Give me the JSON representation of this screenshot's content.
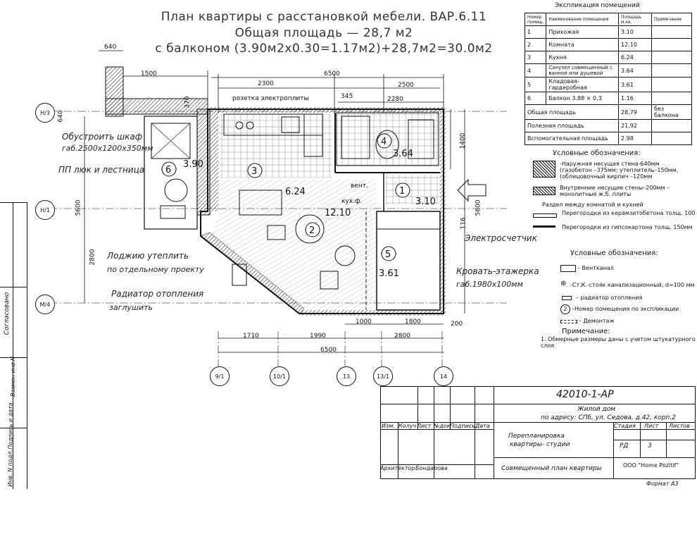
{
  "title": {
    "line1": "План квартиры с расстановкой мебели. ВАР.6.11",
    "line2": "Общая площадь — 28,7 м2",
    "line3": "с балконом (3.90м2х0.30=1.17м2)+28,7м2=30.0м2"
  },
  "dimensions": {
    "top_640": "640",
    "top_1500": "1500",
    "top_6500": "6500",
    "top_2300": "2300",
    "top_2500": "2500",
    "top_345": "345",
    "top_2280": "2280",
    "bot_1710": "1710",
    "bot_1990": "1990",
    "bot_2800": "2800",
    "bot_1000": "1000",
    "bot_1800": "1800",
    "bot_200": "200",
    "bot_6500": "6500",
    "left_5600": "5600",
    "left_2800": "2800",
    "left_640": "640",
    "left_370": "370",
    "right_1400": "1400",
    "right_5600": "5600",
    "right_116": "116",
    "right_200": "200"
  },
  "axes_left": [
    "Н/3",
    "Н/1",
    "М/4"
  ],
  "axes_bottom": [
    "9/1",
    "10/1",
    "13",
    "13/1",
    "14"
  ],
  "annotations": {
    "wardrobe": "Обустроить шкаф",
    "wardrobe_size": "габ.2500х1200х350мм",
    "hatch": "ПП люк и лестница",
    "loggia": "Лоджию утеплить",
    "loggia2": "по отдельному проекту",
    "radiator": "Радиатор отопления",
    "radiator2": "заглушить",
    "meter": "Электросчетчик",
    "bed": "Кровать-этажерка",
    "bed_size": "габ.1980х100мм",
    "socket": "розетка электроплиты",
    "vent": "вент.",
    "kitchen_zone": "кух.ф.",
    "pp_label": "ПП"
  },
  "rooms": [
    {
      "num": "6",
      "area": "3.90"
    },
    {
      "num": "3",
      "area": "6.24"
    },
    {
      "num": "2",
      "area": "12.10"
    },
    {
      "num": "4",
      "area": "3.64"
    },
    {
      "num": "1",
      "area": "3.10"
    },
    {
      "num": "5",
      "area": "3.61"
    }
  ],
  "explication": {
    "caption": "Экспликация помещений",
    "headers": [
      "Номер помещ.",
      "Наименование помещения",
      "Площадь м.кв.",
      "Примечание"
    ],
    "rows": [
      [
        "1",
        "Прихожая",
        "3.10",
        ""
      ],
      [
        "2",
        "Комната",
        "12.10",
        ""
      ],
      [
        "3",
        "Кухня",
        "6.24",
        ""
      ],
      [
        "4",
        "Санузел совмещенный с ванной или душевой",
        "3.64",
        ""
      ],
      [
        "5",
        "Кладовая-гардеробная",
        "3.61",
        ""
      ],
      [
        "6",
        "Балкон 3.88 × 0,3",
        "1.16",
        ""
      ]
    ],
    "totals": [
      [
        "Общая площадь",
        "28.79",
        "без балкона"
      ],
      [
        "Полезная площадь",
        "21.92",
        ""
      ],
      [
        "Вспомогательная площадь",
        "2.98",
        ""
      ]
    ]
  },
  "legend1": {
    "caption": "Условные обозначения:",
    "items": [
      "-Наружная несущая стена-640мм (газобетон –375мм; утеплитель–150мм, (облицовочный кирпич –120мм",
      "Внутренние несущие стены–200мм – монолитные ж.б. плиты",
      "Раздел между комнатой и кухней",
      "Перегородки из керамзитобетона толщ. 100",
      "Перегородки из гипсокартона толщ. 150мм"
    ]
  },
  "legend2": {
    "caption": "Условные обозначения:",
    "items": [
      "– Вентканал",
      "-Ст.К.-стояк канализационный, d=100 мм",
      "– радиатор отопления",
      "–Номер помещения по экспликации",
      "– Демонтаж"
    ]
  },
  "note": {
    "caption": "Примечание:",
    "text": "1. Обмерные размеры даны с учетом штукатурного слоя"
  },
  "stamp": {
    "code": "42010-1-АР",
    "object1": "Жилой дом",
    "object2": "по адресу: СПб, ул. Седова, д.42, корп.2",
    "cols": [
      "Изм.",
      "Колуч",
      "Лист",
      "№док",
      "Подпись",
      "Дата"
    ],
    "stage_h": "Стадия",
    "sheet_h": "Лист",
    "sheets_h": "Листов",
    "stage": "РД",
    "sheet": "3",
    "work1": "Перепланировка",
    "work2": "квартиры- студии",
    "drawing": "Совмещенный план квартиры",
    "architect_label": "Архитектор",
    "architect": "Бондарова",
    "company": "ООО \"Home Pozitif\"",
    "format": "Формат А3"
  },
  "side_frame": [
    "Согласовано",
    "Взамен инв.N",
    "Подпись и дата",
    "Инв. N подл."
  ]
}
